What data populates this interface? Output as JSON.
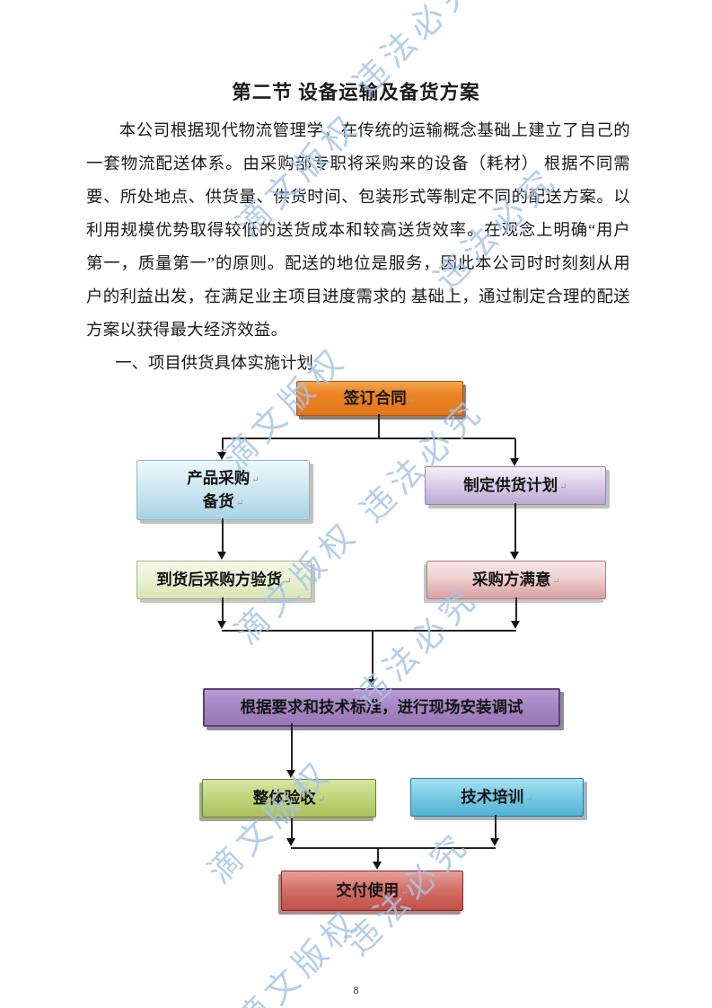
{
  "document": {
    "title": "第二节 设备运输及备货方案",
    "paragraph": "本公司根据现代物流管理学，在传统的运输概念基础上建立了自己的一套物流配送体系。由采购部专职将采购来的设备（耗材） 根据不同需要、所处地点、供货量、供货时间、包装形式等制定不同的配送方案。以利用规模优势取得较低的送货成本和较高送货效率。在观念上明确“用户第一，质量第一”的原则。配送的地位是服务，因此本公司时时刻刻从用户的利益出发，在满足业主项目进度需求的 基础上，通过制定合理的配送方案以获得最大经济效益。",
    "list_heading": "一、项目供货具体实施计划"
  },
  "page": {
    "number": "8"
  },
  "flowchart": {
    "pmark": "↵",
    "boxes": {
      "sign_contract": {
        "label": "签订合同"
      },
      "product_purchase": {
        "line1": "产品采购",
        "line2": "备货"
      },
      "supply_plan": {
        "label": "制定供货计划"
      },
      "inspection": {
        "label": "到货后采购方验货"
      },
      "satisfaction": {
        "label": "采购方满意"
      },
      "installation": {
        "label": "根据要求和技术标准，进行现场安装调试"
      },
      "acceptance": {
        "label": "整体验收"
      },
      "training": {
        "label": "技术培训"
      },
      "delivery": {
        "label": "交付使用"
      }
    },
    "colors": {
      "sign_contract": "#e8791f",
      "product_purchase": "#bcdeea",
      "supply_plan": "#d5c5e4",
      "inspection": "#e4eecb",
      "satisfaction": "#edc9c9",
      "installation": "#a284c0",
      "acceptance": "#b9cc6d",
      "training": "#6cc3e0",
      "delivery": "#cd5a52",
      "connector": "#222222"
    }
  },
  "watermark": {
    "color": "#a6c4e6",
    "instances": [
      {
        "text": "违法必究"
      },
      {
        "text": "滴文版权"
      },
      {
        "text": "违法必究"
      },
      {
        "text": "滴文版权"
      },
      {
        "text": "违法必究"
      },
      {
        "text": "滴文版权"
      },
      {
        "text": "违法必究"
      },
      {
        "text": "滴文版权"
      },
      {
        "text": "违法必究"
      },
      {
        "text": "滴文版权"
      }
    ]
  }
}
